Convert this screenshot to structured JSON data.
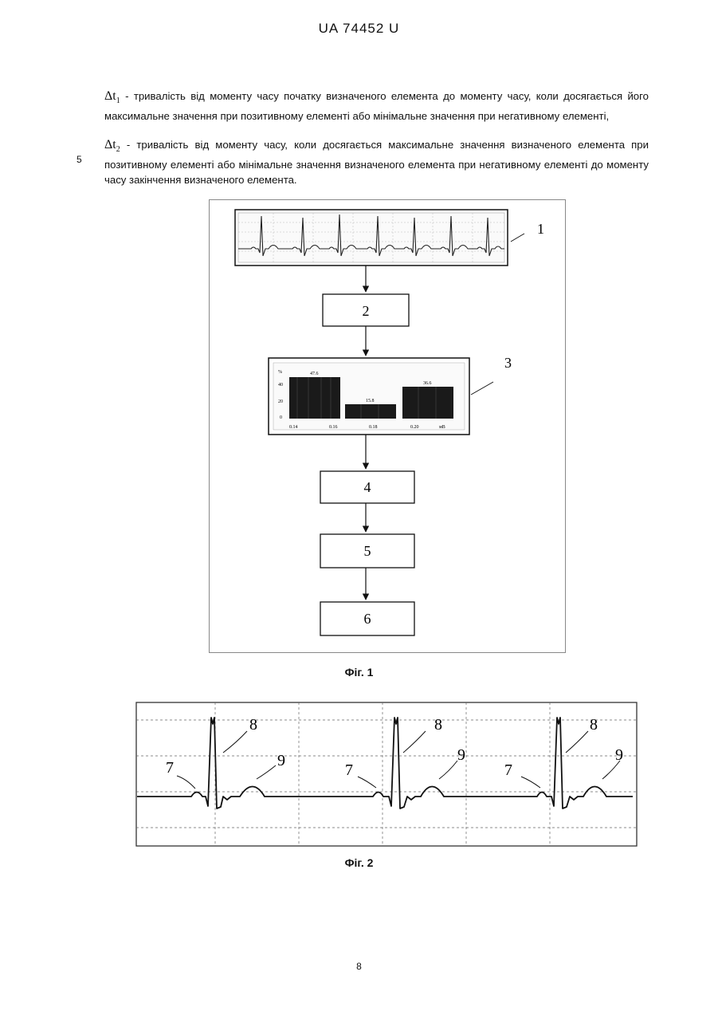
{
  "header": "UA   74452   U",
  "definitions": [
    {
      "symbol": "Δt",
      "subscript": "1",
      "text": " - тривалість від моменту часу початку визначеного елемента до моменту часу, коли досягається його максимальне значення при позитивному елементі або мінімальне значення при негативному елементі,"
    },
    {
      "symbol": "Δt",
      "subscript": "2",
      "text": " - тривалість від моменту часу, коли досягається максимальне значення визначеного елемента при позитивному елементі або мінімальне значення визначеного елемента при негативному елементі до моменту часу закінчення визначеного елемента."
    }
  ],
  "line_number": "5",
  "figure1": {
    "caption": "Фіг. 1",
    "callouts": [
      "1",
      "3"
    ],
    "blocks": [
      "2",
      "4",
      "5",
      "6"
    ],
    "histogram": {
      "unit_top": "%",
      "y_ticks": [
        "40",
        "20",
        "0"
      ],
      "bar_labels": [
        "47.6",
        "15.8",
        "36.6"
      ],
      "x_ticks": [
        "0.14",
        "0.16",
        "0.18",
        "0.20"
      ],
      "x_unit": "мВ"
    }
  },
  "figure2": {
    "caption": "Фіг. 2",
    "labels": [
      "7",
      "8",
      "9"
    ]
  },
  "page_number": "8"
}
